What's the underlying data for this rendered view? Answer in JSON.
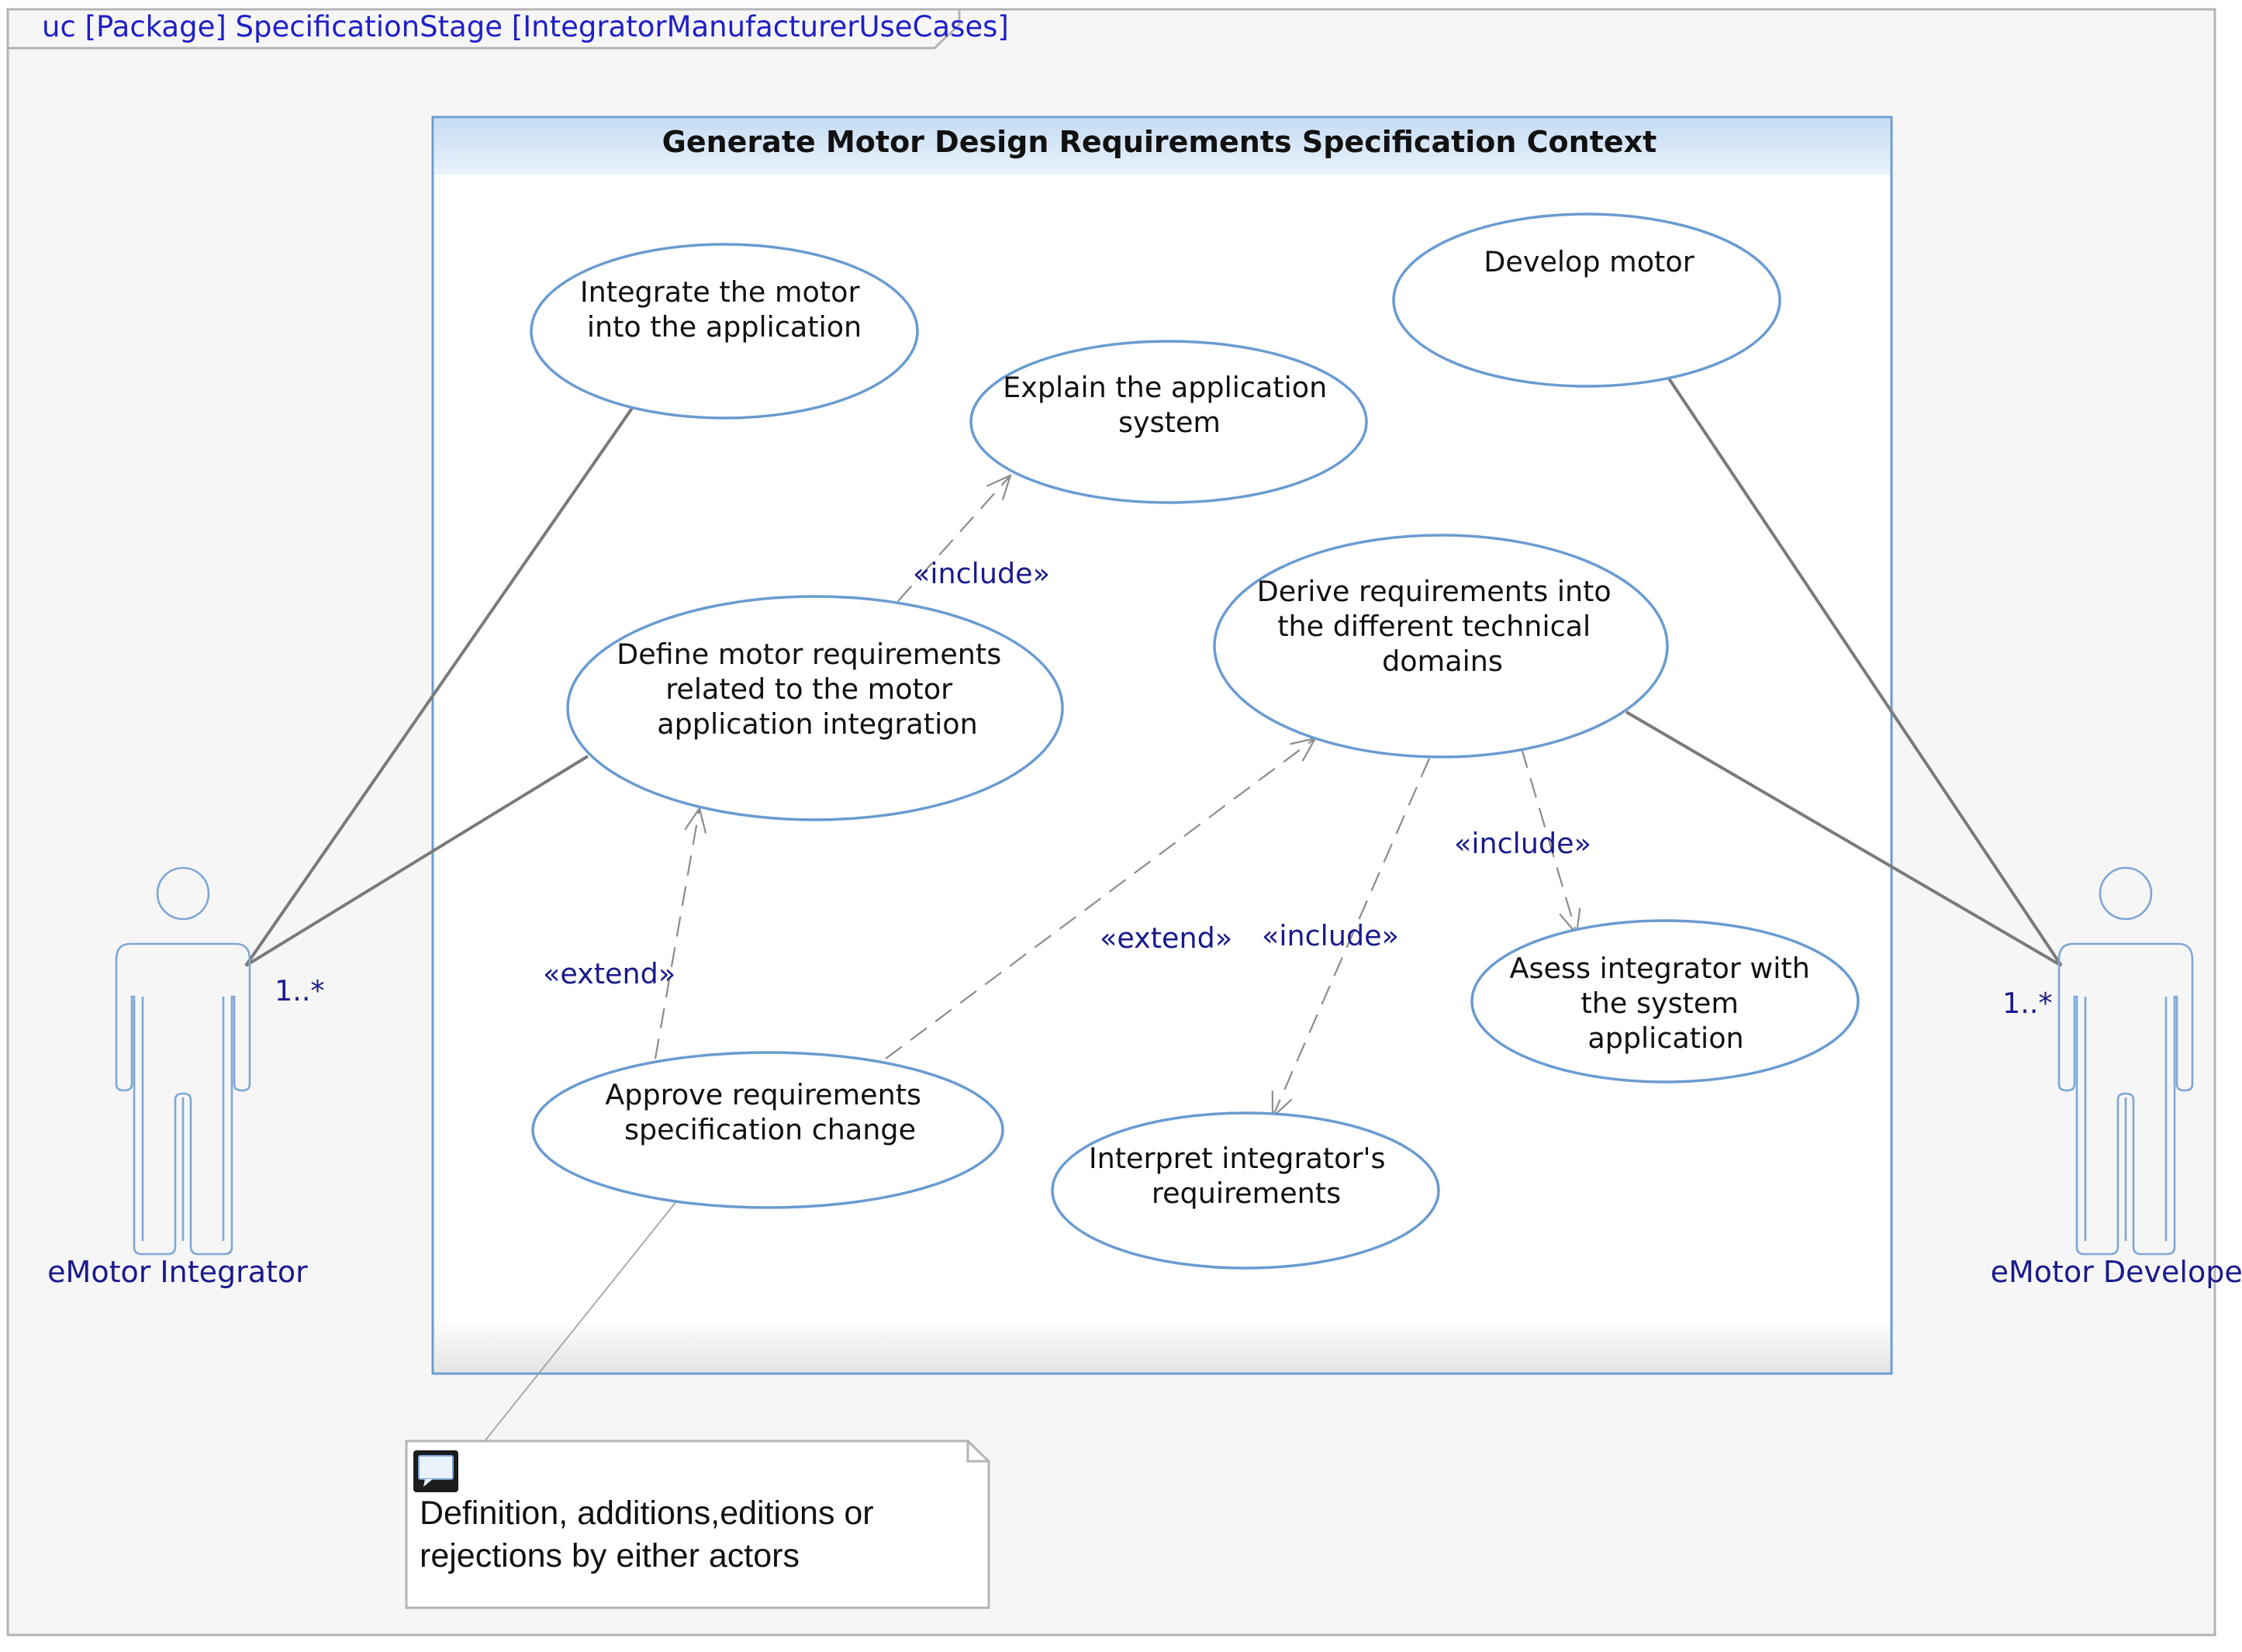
{
  "frame": {
    "title": "uc [Package] SpecificationStage [IntegratorManufacturerUseCases]"
  },
  "system": {
    "title": "Generate Motor Design Requirements Specification Context"
  },
  "use_cases": {
    "integrate": [
      "Integrate the motor",
      "into the application"
    ],
    "develop": [
      "Develop motor"
    ],
    "explain": [
      "Explain the application",
      "system"
    ],
    "define": [
      "Define motor requirements",
      "related to the motor",
      "application integration"
    ],
    "derive": [
      "Derive requirements into",
      "the different technical",
      "domains"
    ],
    "assess": [
      "Asess integrator with",
      "the system",
      "application"
    ],
    "approve": [
      "Approve requirements",
      "specification change"
    ],
    "interpret": [
      "Interpret integrator's",
      "requirements"
    ]
  },
  "relations": {
    "include_explain": "«include»",
    "include_assess": "«include»",
    "include_interpret": "«include»",
    "extend_define": "«extend»",
    "extend_derive": "«extend»"
  },
  "actors": {
    "integrator": {
      "name": "eMotor Integrator",
      "multiplicity": "1..*"
    },
    "developer": {
      "name": "eMotor Developer",
      "multiplicity": "1..*"
    }
  },
  "note": {
    "lines": [
      "Definition, additions,editions or",
      "rejections by either actors"
    ]
  },
  "colors": {
    "ellipse_stroke": "#6a9bd1",
    "system_border": "#6a9bd1",
    "association_line": "#7a7a7a",
    "stereotype_text": "#1a1a8c",
    "frame_title_text": "#1f1fc8"
  }
}
